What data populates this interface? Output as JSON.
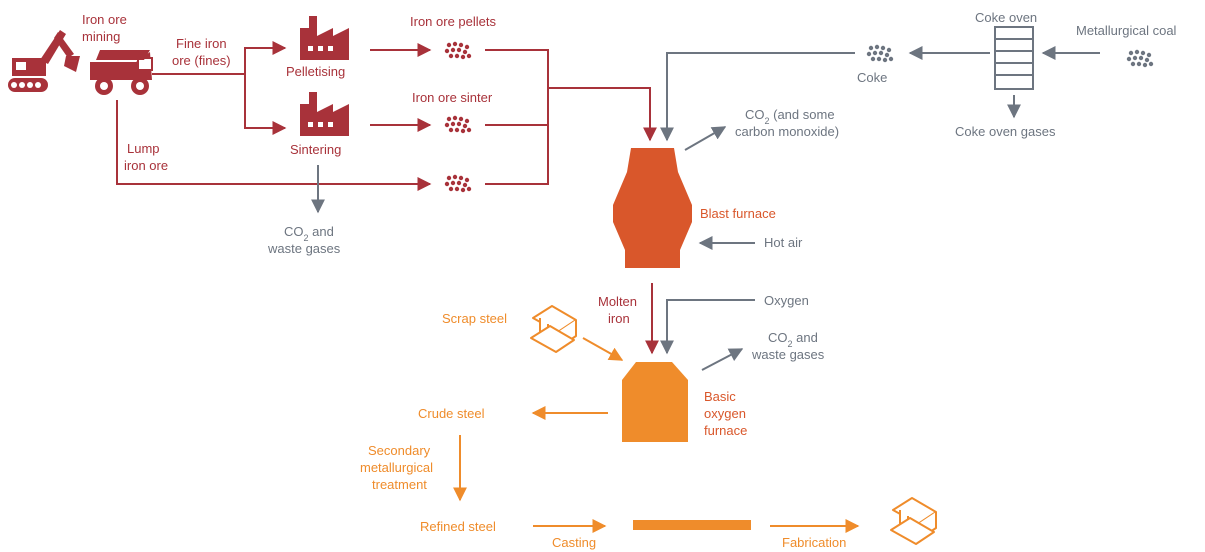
{
  "colors": {
    "red": "#a8323a",
    "gray": "#6d7580",
    "blast_furnace": "#d9572b",
    "orange": "#ef8c2b"
  },
  "icons": [
    "excavator-icon",
    "dump-truck-icon",
    "factory-icon",
    "pellet-cluster-icon",
    "steel-beam-icon",
    "coke-oven-icon",
    "steel-slab-icon"
  ],
  "labels": {
    "iron_ore_mining": [
      "Iron ore",
      "mining"
    ],
    "fine_iron_ore": [
      "Fine iron",
      "ore (fines)"
    ],
    "pelletising": "Pelletising",
    "sintering": "Sintering",
    "iron_ore_pellets": "Iron ore pellets",
    "iron_ore_sinter": "Iron ore sinter",
    "lump_iron_ore": [
      "Lump",
      "iron ore"
    ],
    "sinter_co2": [
      "CO",
      "2",
      " and",
      "waste gases"
    ],
    "coke_oven": "Coke oven",
    "metallurgical_coal": "Metallurgical coal",
    "coke": "Coke",
    "coke_oven_gases": "Coke oven gases",
    "bf_co2": [
      "CO",
      "2",
      " (and some",
      "carbon monoxide)"
    ],
    "blast_furnace": "Blast furnace",
    "hot_air": "Hot air",
    "molten_iron": [
      "Molten",
      "iron"
    ],
    "oxygen": "Oxygen",
    "scrap_steel": "Scrap steel",
    "bof_co2": [
      "CO",
      "2",
      " and",
      "waste gases"
    ],
    "basic_oxygen_furnace": [
      "Basic",
      "oxygen",
      "furnace"
    ],
    "crude_steel": "Crude steel",
    "secondary_treatment": [
      "Secondary",
      "metallurgical",
      "treatment"
    ],
    "refined_steel": "Refined steel",
    "casting": "Casting",
    "fabrication": "Fabrication"
  }
}
